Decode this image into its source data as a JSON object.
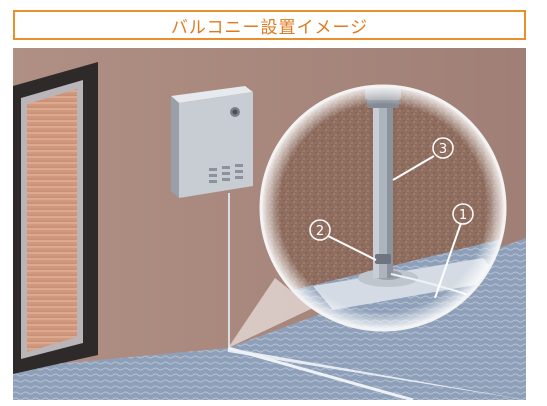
{
  "title": "バルコニー設置イメージ",
  "callouts": {
    "one": "①",
    "two": "②",
    "three": "③"
  },
  "colors": {
    "accent": "#e8902e",
    "wall": "#a88a80",
    "floor": "#8fa0b8"
  }
}
